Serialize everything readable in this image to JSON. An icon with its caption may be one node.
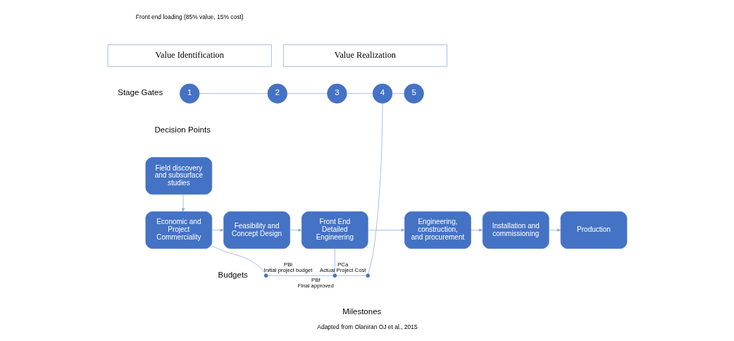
{
  "diagram": {
    "caption": "Adapted from Olaniran OJ et al., 2015",
    "nodes": [
      {
        "text": [
          "Value Identification"
        ]
      },
      {
        "text": [
          "Value Realization"
        ]
      },
      {
        "text": [
          "1"
        ]
      },
      {
        "text": [
          "2"
        ]
      },
      {
        "text": [
          "3"
        ]
      },
      {
        "text": [
          "4"
        ]
      },
      {
        "text": [
          "5"
        ]
      },
      {
        "text": [
          "Field discovery and subsurface studies"
        ]
      },
      {
        "text": [
          "Economic and Project Commerciality"
        ]
      },
      {
        "text": [
          "Feasibility and Concept Design"
        ]
      },
      {
        "text": [
          "Front End Detailed Engineering"
        ]
      },
      {
        "text": [
          "Engineering, construction, and procurement"
        ]
      },
      {
        "text": [
          "Installation and commissioning"
        ]
      },
      {
        "text": [
          "Production"
        ]
      },
      {
        "text": [],
        "shape": "circle",
        "beside": [
          "PBi",
          "Initial project budget"
        ]
      },
      {
        "text": [],
        "shape": "circle",
        "beside": [
          "PBf",
          "Final approved"
        ]
      },
      {
        "text": [],
        "shape": "circle",
        "beside": [
          "PCa",
          "Actual Project Cost"
        ]
      }
    ],
    "edges": [
      {
        "from": 2,
        "to": 3,
        "arrow": "none"
      },
      {
        "from": 3,
        "to": 4,
        "arrow": "none"
      },
      {
        "from": 4,
        "to": 5,
        "arrow": "none"
      },
      {
        "from": 5,
        "to": 6,
        "arrow": "none"
      },
      {
        "from": 7,
        "to": 8,
        "arrow": "to"
      },
      {
        "from": 8,
        "to": 9,
        "arrow": "to"
      },
      {
        "from": 9,
        "to": 10,
        "arrow": "to"
      },
      {
        "from": 10,
        "to": 11,
        "arrow": "to"
      },
      {
        "from": 11,
        "to": 12,
        "arrow": "to"
      },
      {
        "from": 12,
        "to": 13,
        "arrow": "to"
      },
      {
        "from": 8,
        "to": 14,
        "arrow": "none"
      },
      {
        "from": 10,
        "to": 15,
        "arrow": "none"
      },
      {
        "from": 5,
        "to": 16,
        "arrow": "none"
      },
      {
        "from": 14,
        "to": 15,
        "arrow": "none"
      },
      {
        "from": 15,
        "to": 16,
        "arrow": "none"
      }
    ],
    "labels": [
      "Front end loading (85% value, 15% cost)",
      "Stage Gates",
      "Decision Points",
      "Budgets",
      "Milestones"
    ]
  }
}
